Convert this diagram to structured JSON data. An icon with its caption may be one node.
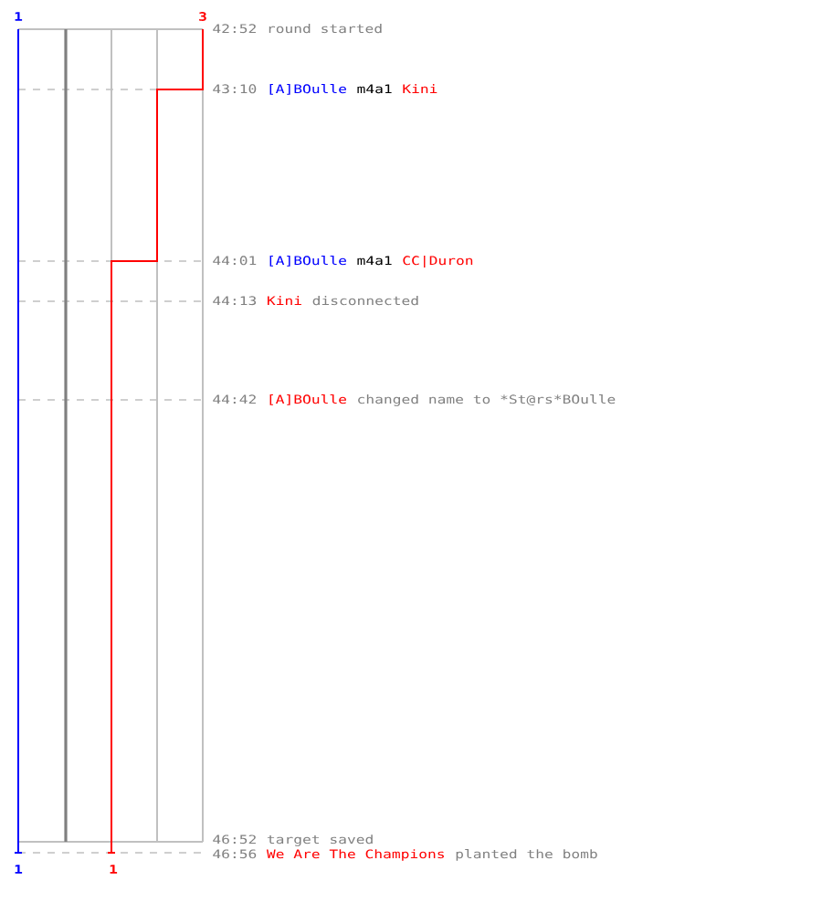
{
  "diagram": {
    "labels": [
      "1",
      "3",
      "42:52",
      "round started",
      "43:10",
      "[A]BOulle",
      "m4a1",
      "Kini",
      "44:01",
      "[A]BOulle",
      "m4a1",
      "CC|Duron",
      "44:13",
      "Kini",
      "disconnected",
      "44:42",
      "[A]BOulle",
      "changed name to *St@rs*BOulle",
      "46:52",
      "target saved",
      "46:56",
      "We Are The Champions",
      "planted the bomb",
      "1",
      "1"
    ]
  }
}
